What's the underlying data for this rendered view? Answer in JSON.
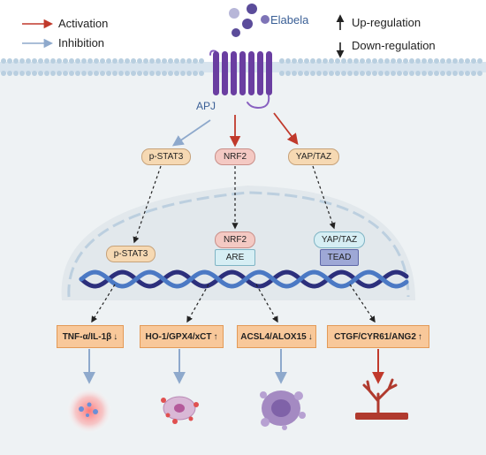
{
  "legend": {
    "activation": "Activation",
    "inhibition": "Inhibition",
    "up_regulation": "Up-regulation",
    "down_regulation": "Down-regulation"
  },
  "ligand": "Elabela",
  "receptor": "APJ",
  "cytoplasm": {
    "pstat3": "p-STAT3",
    "nrf2": "NRF2",
    "yaptaz": "YAP/TAZ"
  },
  "nucleus": {
    "pstat3": "p-STAT3",
    "nrf2": "NRF2",
    "are": "ARE",
    "yaptaz": "YAP/TAZ",
    "tead": "TEAD"
  },
  "outputs": {
    "inflammation": "TNF-α/IL-1β",
    "antioxidant": "HO-1/GPX4/xCT",
    "lipid": "ACSL4/ALOX15",
    "angiogenesis": "CTGF/CYR61/ANG2"
  },
  "colors": {
    "activation": "#c0392b",
    "inhibition": "#8ea9cc",
    "membrane": "#b9cfe0",
    "receptor": "#6a3ea1",
    "ligand": "#5b4c9a",
    "cell": "#eef2f4",
    "nucleus": "#e4eaee",
    "output_fill": "#f8c89a",
    "dna_dark": "#2c2f7c",
    "dna_light": "#4b79c4"
  }
}
